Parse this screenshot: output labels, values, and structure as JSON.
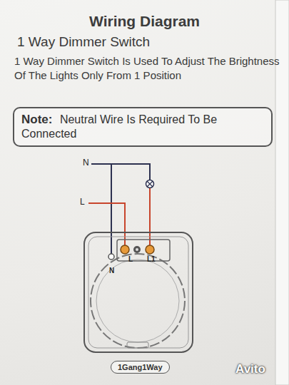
{
  "diagram": {
    "nodes": [
      {
        "text": [
          "Note:",
          "Neutral Wire Is Required To Be Connected"
        ]
      },
      {
        "text": [
          "N",
          "L",
          "L1"
        ]
      },
      {
        "text": [
          "1Gang1Way"
        ]
      }
    ],
    "labels": [
      "Wiring Diagram",
      "1 Way Dimmer Switch",
      "1 Way Dimmer Switch Is Used To Adjust The Brightness Of The Lights Only From 1 Position",
      "N",
      "L",
      "Avito"
    ]
  }
}
